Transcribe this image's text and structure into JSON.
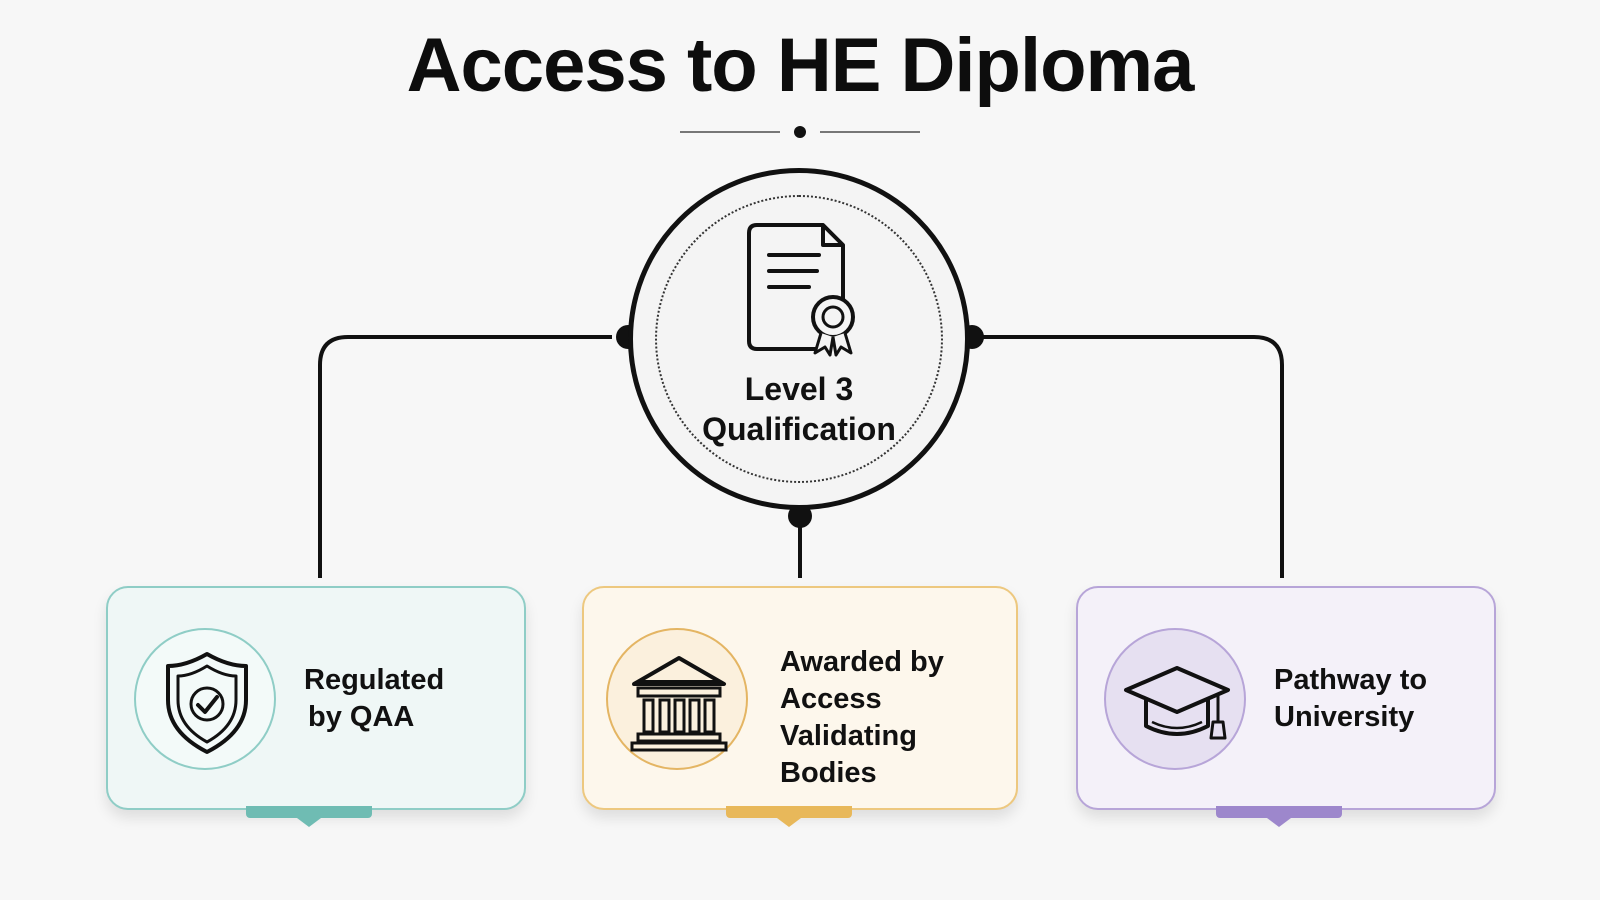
{
  "title": "Access to HE Diploma",
  "hub": {
    "label_line1": "Level 3",
    "label_line2": "Qualification",
    "icon": "certificate-icon"
  },
  "cards": [
    {
      "id": "regulated",
      "line1": "Regulated",
      "line2": "by QAA",
      "icon": "shield-check-icon",
      "accent": "#6fbcb3"
    },
    {
      "id": "awarded",
      "line1": "Awarded by",
      "line2": "Access Validating",
      "line3": "Bodies",
      "icon": "institution-icon",
      "accent": "#e8b85a"
    },
    {
      "id": "pathway",
      "line1": "Pathway to",
      "line2": "University",
      "icon": "graduation-cap-icon",
      "accent": "#9d87cc"
    }
  ],
  "colors": {
    "background": "#f7f7f7",
    "stroke": "#111111",
    "teal": "#6fbcb3",
    "gold": "#e8b85a",
    "purple": "#9d87cc"
  }
}
